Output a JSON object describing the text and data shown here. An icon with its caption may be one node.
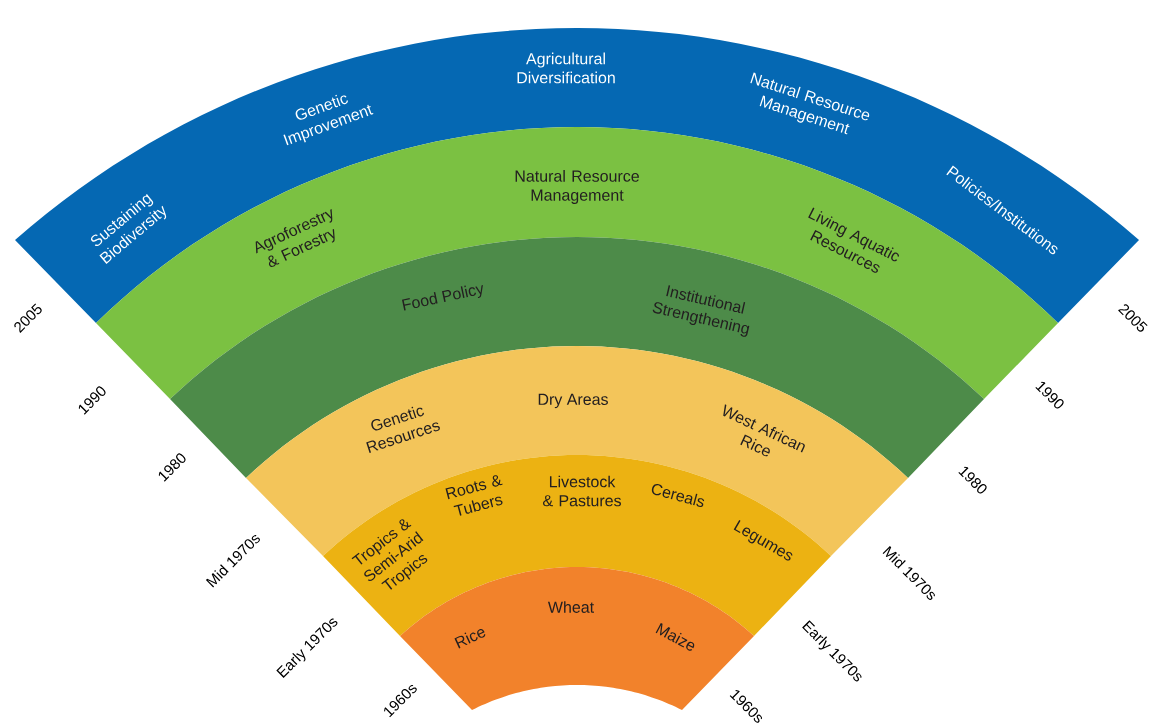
{
  "diagram": {
    "nodes": [
      {
        "text": [
          "Sustaining Biodiversity",
          "Genetic Improvement",
          "Agricultural Diversification",
          "Natural Resource Management",
          "Policies/Institutions"
        ]
      },
      {
        "text": [
          "Agroforestry & Forestry",
          "Natural Resource Management",
          "Living Aquatic Resources"
        ]
      },
      {
        "text": [
          "Food Policy",
          "Institutional Strengthening"
        ]
      },
      {
        "text": [
          "Genetic Resources",
          "Dry Areas",
          "West African Rice"
        ]
      },
      {
        "text": [
          "Tropics & Semi-Arid Tropics",
          "Roots & Tubers",
          "Livestock & Pastures",
          "Cereals",
          "Legumes"
        ]
      },
      {
        "text": [
          "Rice",
          "Wheat",
          "Maize"
        ]
      }
    ],
    "labels": [
      "2005",
      "1990",
      "1980",
      "Mid 1970s",
      "Early 1970s",
      "1960s",
      "2005",
      "1990",
      "1980",
      "Mid 1970s",
      "Early 1970s",
      "1960s"
    ]
  }
}
